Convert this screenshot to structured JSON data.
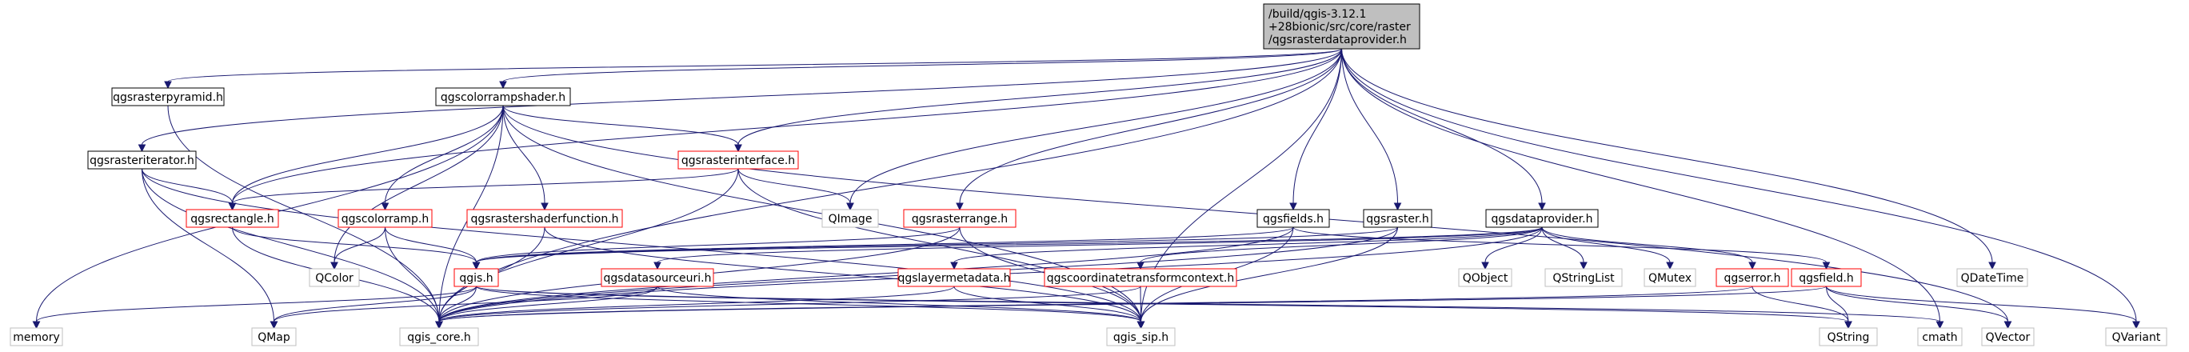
{
  "colors": {
    "edge": "#191970",
    "border_plain": "#000000",
    "border_ext": "#bfbfbf",
    "border_red": "#ff0000",
    "fill_root": "#bfbfbf",
    "fill_node": "#ffffff"
  },
  "nodes": {
    "root": {
      "lines": [
        "/build/qgis-3.12.1",
        "+28bionic/src/core/raster",
        "/qgsrasterdataprovider.h"
      ],
      "style": "root"
    },
    "qgsrasterpyramid": {
      "lines": [
        "qgsrasterpyramid.h"
      ],
      "style": "plain"
    },
    "qgscolorrampshader": {
      "lines": [
        "qgscolorrampshader.h"
      ],
      "style": "plain"
    },
    "qgsrasteriterator": {
      "lines": [
        "qgsrasteriterator.h"
      ],
      "style": "plain"
    },
    "qgsrasterinterface": {
      "lines": [
        "qgsrasterinterface.h"
      ],
      "style": "red"
    },
    "qgsrectangle": {
      "lines": [
        "qgsrectangle.h"
      ],
      "style": "red"
    },
    "qgscolorramp": {
      "lines": [
        "qgscolorramp.h"
      ],
      "style": "red"
    },
    "qgsrastershaderfunction": {
      "lines": [
        "qgsrastershaderfunction.h"
      ],
      "style": "red"
    },
    "qimage": {
      "lines": [
        "QImage"
      ],
      "style": "ext"
    },
    "qgsrasterrange": {
      "lines": [
        "qgsrasterrange.h"
      ],
      "style": "red"
    },
    "qgsfields": {
      "lines": [
        "qgsfields.h"
      ],
      "style": "plain"
    },
    "qgsraster": {
      "lines": [
        "qgsraster.h"
      ],
      "style": "plain"
    },
    "qgsdataprovider": {
      "lines": [
        "qgsdataprovider.h"
      ],
      "style": "plain"
    },
    "qcolor": {
      "lines": [
        "QColor"
      ],
      "style": "ext"
    },
    "qgis": {
      "lines": [
        "qgis.h"
      ],
      "style": "red"
    },
    "qgsdatasourceuri": {
      "lines": [
        "qgsdatasourceuri.h"
      ],
      "style": "red"
    },
    "qgslayermetadata": {
      "lines": [
        "qgslayermetadata.h"
      ],
      "style": "red"
    },
    "qgscoordtransform": {
      "lines": [
        "qgscoordinatetransformcontext.h"
      ],
      "style": "red"
    },
    "qobject": {
      "lines": [
        "QObject"
      ],
      "style": "ext"
    },
    "qstringlist": {
      "lines": [
        "QStringList"
      ],
      "style": "ext"
    },
    "qmutex": {
      "lines": [
        "QMutex"
      ],
      "style": "ext"
    },
    "qgserror": {
      "lines": [
        "qgserror.h"
      ],
      "style": "red"
    },
    "qgsfield": {
      "lines": [
        "qgsfield.h"
      ],
      "style": "red"
    },
    "qdatetime": {
      "lines": [
        "QDateTime"
      ],
      "style": "ext"
    },
    "memory": {
      "lines": [
        "memory"
      ],
      "style": "ext"
    },
    "qmap": {
      "lines": [
        "QMap"
      ],
      "style": "ext"
    },
    "qgis_core": {
      "lines": [
        "qgis_core.h"
      ],
      "style": "ext"
    },
    "qgis_sip": {
      "lines": [
        "qgis_sip.h"
      ],
      "style": "ext"
    },
    "cmath": {
      "lines": [
        "cmath"
      ],
      "style": "ext"
    },
    "qstring": {
      "lines": [
        "QString"
      ],
      "style": "ext"
    },
    "qvector": {
      "lines": [
        "QVector"
      ],
      "style": "ext"
    },
    "qvariant": {
      "lines": [
        "QVariant"
      ],
      "style": "ext"
    }
  },
  "edges": [
    [
      "root",
      "qgsrasterpyramid"
    ],
    [
      "root",
      "qgscolorrampshader"
    ],
    [
      "root",
      "qgsrasteriterator"
    ],
    [
      "root",
      "qgsrasterinterface"
    ],
    [
      "root",
      "qgsrectangle"
    ],
    [
      "root",
      "qimage"
    ],
    [
      "root",
      "qgsrasterrange"
    ],
    [
      "root",
      "qgsfields"
    ],
    [
      "root",
      "qgsraster"
    ],
    [
      "root",
      "qgsdataprovider"
    ],
    [
      "root",
      "qdatetime"
    ],
    [
      "root",
      "qgis_core"
    ],
    [
      "root",
      "qgis_sip"
    ],
    [
      "root",
      "cmath"
    ],
    [
      "root",
      "qvariant"
    ],
    [
      "qgsrasterpyramid",
      "qgis_core"
    ],
    [
      "qgscolorrampshader",
      "qgsrasterinterface"
    ],
    [
      "qgscolorrampshader",
      "qgsrectangle"
    ],
    [
      "qgscolorrampshader",
      "qgscolorramp"
    ],
    [
      "qgscolorrampshader",
      "qgsrastershaderfunction"
    ],
    [
      "qgscolorrampshader",
      "qcolor"
    ],
    [
      "qgscolorrampshader",
      "qgis_core"
    ],
    [
      "qgscolorrampshader",
      "qgis_sip"
    ],
    [
      "qgscolorrampshader",
      "memory"
    ],
    [
      "qgscolorrampshader",
      "qvector"
    ],
    [
      "qgsrasteriterator",
      "qgsrectangle"
    ],
    [
      "qgsrasteriterator",
      "qgis_core"
    ],
    [
      "qgsrasteriterator",
      "qgis_sip"
    ],
    [
      "qgsrasteriterator",
      "qmap"
    ],
    [
      "qgsrasterinterface",
      "qgsrectangle"
    ],
    [
      "qgsrasterinterface",
      "qimage"
    ],
    [
      "qgsrasterinterface",
      "qgis_core"
    ],
    [
      "qgsrasterinterface",
      "qgis_sip"
    ],
    [
      "qgsrectangle",
      "qgis"
    ],
    [
      "qgsrectangle",
      "qgis_core"
    ],
    [
      "qgscolorramp",
      "qcolor"
    ],
    [
      "qgscolorramp",
      "qgis"
    ],
    [
      "qgscolorramp",
      "qgis_core"
    ],
    [
      "qgsrastershaderfunction",
      "qgis_core"
    ],
    [
      "qgsrastershaderfunction",
      "qgis_sip"
    ],
    [
      "qgsrasterrange",
      "qgis"
    ],
    [
      "qgsrasterrange",
      "qgis_core"
    ],
    [
      "qgsrasterrange",
      "qgis_sip"
    ],
    [
      "qgsfields",
      "qgis"
    ],
    [
      "qgsfields",
      "qgsfield"
    ],
    [
      "qgsfields",
      "qgis_core"
    ],
    [
      "qgsfields",
      "qgis_sip"
    ],
    [
      "qgsraster",
      "qgis"
    ],
    [
      "qgsraster",
      "qgis_core"
    ],
    [
      "qgsraster",
      "qgis_sip"
    ],
    [
      "qgsdataprovider",
      "qobject"
    ],
    [
      "qgsdataprovider",
      "qstringlist"
    ],
    [
      "qgsdataprovider",
      "qmutex"
    ],
    [
      "qgsdataprovider",
      "qgsdatasourceuri"
    ],
    [
      "qgsdataprovider",
      "qgslayermetadata"
    ],
    [
      "qgsdataprovider",
      "qgscoordtransform"
    ],
    [
      "qgsdataprovider",
      "qgserror"
    ],
    [
      "qgsdataprovider",
      "qgis"
    ],
    [
      "qgsdataprovider",
      "qgis_core"
    ],
    [
      "qgis",
      "qgis_core"
    ],
    [
      "qgis",
      "qgis_sip"
    ],
    [
      "qgis",
      "memory"
    ],
    [
      "qgis",
      "qmap"
    ],
    [
      "qgis",
      "cmath"
    ],
    [
      "qgis",
      "qstring"
    ],
    [
      "qgsdatasourceuri",
      "qgis_core"
    ],
    [
      "qgsdatasourceuri",
      "qgis_sip"
    ],
    [
      "qgsdatasourceuri",
      "qmap"
    ],
    [
      "qgslayermetadata",
      "qgis_core"
    ],
    [
      "qgslayermetadata",
      "qgis_sip"
    ],
    [
      "qgscoordtransform",
      "qgis_core"
    ],
    [
      "qgscoordtransform",
      "qgis_sip"
    ],
    [
      "qgserror",
      "qgis_core"
    ],
    [
      "qgserror",
      "qstring"
    ],
    [
      "qgsfield",
      "qgis_core"
    ],
    [
      "qgsfield",
      "qstring"
    ],
    [
      "qgsfield",
      "qvector"
    ],
    [
      "qgsfield",
      "qvariant"
    ]
  ]
}
